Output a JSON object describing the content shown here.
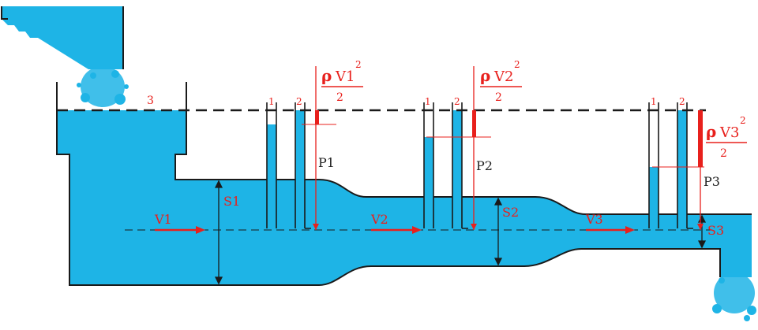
{
  "colors": {
    "water": "#1eb4e6",
    "outline": "#1a1a1a",
    "annotation": "#e8201c",
    "background": "#ffffff"
  },
  "labels": {
    "tank_level": "3",
    "section1": {
      "tube_a": "1",
      "tube_b": "2",
      "velocity": "V1",
      "area": "S1",
      "pressure": "P1",
      "dyn_rho": "ρ",
      "dyn_num": "V1",
      "dyn_exp": "2",
      "dyn_den": "2"
    },
    "section2": {
      "tube_a": "1",
      "tube_b": "2",
      "velocity": "V2",
      "area": "S2",
      "pressure": "P2",
      "dyn_rho": "ρ",
      "dyn_num": "V2",
      "dyn_exp": "2",
      "dyn_den": "2"
    },
    "section3": {
      "tube_a": "1",
      "tube_b": "2",
      "velocity": "V3",
      "area": "S3",
      "pressure": "P3",
      "dyn_rho": "ρ",
      "dyn_num": "V3",
      "dyn_exp": "2",
      "dyn_den": "2"
    }
  }
}
